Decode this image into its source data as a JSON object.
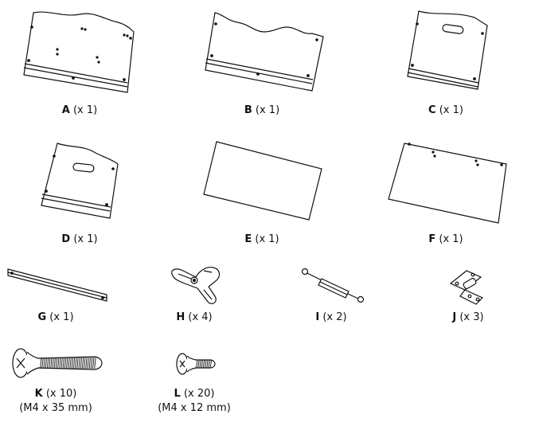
{
  "parts": [
    {
      "id": "A",
      "qty": "(x 1)"
    },
    {
      "id": "B",
      "qty": "(x 1)"
    },
    {
      "id": "C",
      "qty": "(x 1)"
    },
    {
      "id": "D",
      "qty": "(x 1)"
    },
    {
      "id": "E",
      "qty": "(x 1)"
    },
    {
      "id": "F",
      "qty": "(x 1)"
    },
    {
      "id": "G",
      "qty": "(x 1)"
    },
    {
      "id": "H",
      "qty": "(x 4)"
    },
    {
      "id": "I",
      "qty": "(x 2)"
    },
    {
      "id": "J",
      "qty": "(x 3)"
    },
    {
      "id": "K",
      "qty": "(x 10)",
      "spec": "(M4 x 35 mm)"
    },
    {
      "id": "L",
      "qty": "(x 20)",
      "spec": "(M4 x 12 mm)"
    }
  ]
}
